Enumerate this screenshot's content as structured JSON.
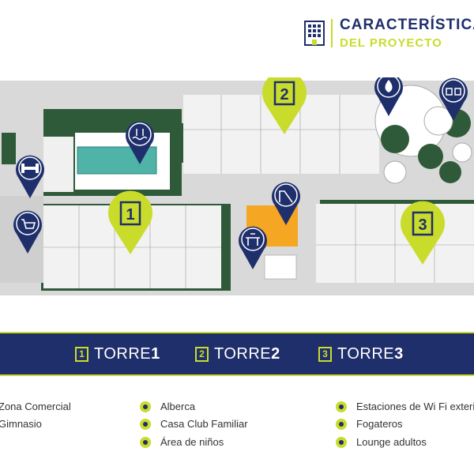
{
  "header": {
    "title_line1": "CARACTERÍSTICAS",
    "title_line2": "DEL PROYECTO"
  },
  "towers": [
    {
      "num": "1",
      "name": "TORRE",
      "digit": "1"
    },
    {
      "num": "2",
      "name": "TORRE",
      "digit": "2"
    },
    {
      "num": "3",
      "name": "TORRE",
      "digit": "3"
    }
  ],
  "legend": {
    "col1": [
      "Zona Comercial",
      "Gimnasio"
    ],
    "col2": [
      "Alberca",
      "Casa Club Familiar",
      "Área de niños"
    ],
    "col3": [
      "Estaciones de Wi Fi exteriores",
      "Fogateros",
      "Lounge adultos"
    ]
  },
  "pins": {
    "tower1": "1",
    "tower2": "2",
    "tower3": "3"
  },
  "colors": {
    "navy": "#1f2f6b",
    "lime": "#c9dc2b",
    "grass": "#2f5a3a",
    "plan_bg": "#e8e8e8"
  }
}
